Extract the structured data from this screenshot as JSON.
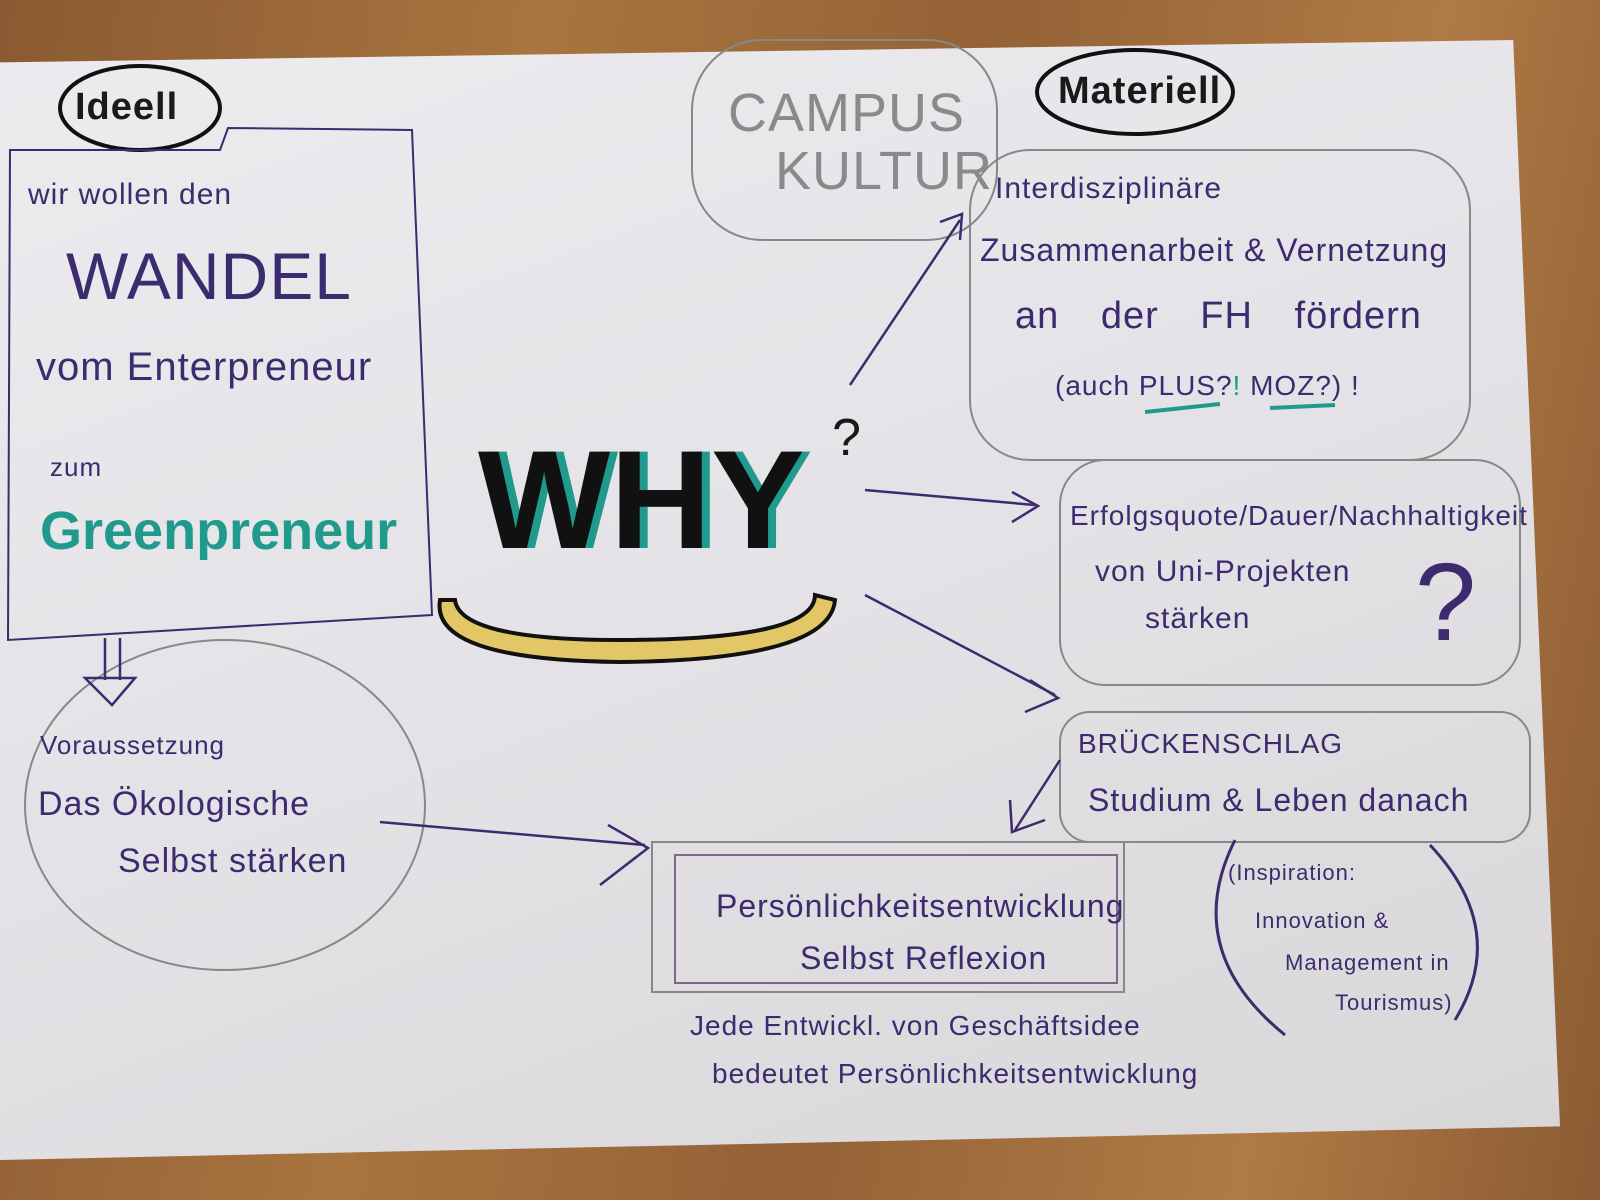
{
  "labels": {
    "ideell": "Ideell",
    "materiell": "Materiell",
    "campus": "CAMPUS",
    "kultur": "KULTUR",
    "why": "WHY",
    "why_mark": "?"
  },
  "ideell_box": {
    "line1": "wir wollen den",
    "line2": "WANDEL",
    "line3": "vom Enterpreneur",
    "line4": "zum",
    "line5": "Greenpreneur"
  },
  "voraussetzung": {
    "line1": "Voraussetzung",
    "line2": "Das Ökologische",
    "line3": "Selbst stärken"
  },
  "interdisziplinaer": {
    "line1": "Interdisziplinäre",
    "line2": "Zusammenarbeit & Vernetzung",
    "line3": "an der FH fördern",
    "line4_prefix": "(auch",
    "plus": "PLUS?",
    "sep": "!",
    "moz": "MOZ?",
    "line4_suffix": ") !"
  },
  "erfolgsquote": {
    "line1": "Erfolgsquote/Dauer/Nachhaltigkeit",
    "line2": "von Uni-Projekten",
    "line3": "stärken",
    "mark": "?"
  },
  "brueckenschlag": {
    "line1": "BRÜCKENSCHLAG",
    "line2": "Studium & Leben danach"
  },
  "inspiration": {
    "line1": "(Inspiration:",
    "line2": "Innovation &",
    "line3": "Management in",
    "line4": "Tourismus)"
  },
  "persoenlichkeit": {
    "line1": "Persönlichkeitsentwicklung",
    "line2": "Selbst Reflexion"
  },
  "footnote": {
    "line1": "Jede Entwickl. von Geschäftsidee",
    "line2": "bedeutet Persönlichkeitsentwicklung"
  },
  "colors": {
    "ink": "#3a2c6e",
    "teal": "#1f9a8c",
    "yellow": "#e3c766",
    "pencil": "#8a8a8a"
  }
}
